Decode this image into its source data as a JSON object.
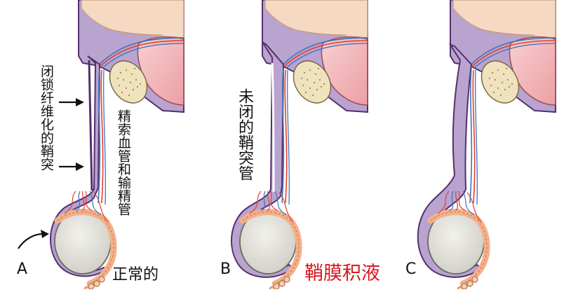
{
  "labels": {
    "panel_a": "A",
    "panel_b": "B",
    "panel_c": "C",
    "closed_process": "闭锁纤维化的鞘突",
    "spermatic_cord": "精索血管和输精管",
    "open_process": "未闭的鞘突管",
    "normal": "正常的",
    "hydrocele": "鞘膜积液"
  },
  "colors": {
    "purple_fill": "#b9a3cf",
    "purple_dark": "#54306f",
    "skin_peach": "#f6d9c2",
    "pink": "#f3b8b9",
    "bone": "#f0e2bc",
    "testis": "#e1e0d8",
    "artery": "#e0402a",
    "vein": "#3f74bc",
    "hydrocele_text": "#d71920"
  }
}
